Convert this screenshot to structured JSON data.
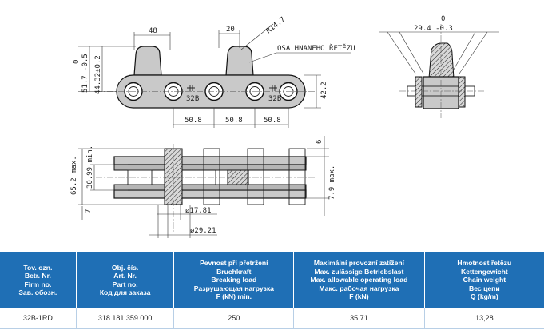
{
  "drawing": {
    "top_view": {
      "dim_width_48": "48",
      "dim_width_20": "20",
      "radius": "R14.7",
      "axis_label": "OSA HNANEHO ŘETĚZU",
      "dim_left_0": "0",
      "dim_left_51": "51.7 -0.5",
      "dim_left_44": "44.32±0.2",
      "dim_right_42": "42.2",
      "pitch_1": "50.8",
      "pitch_2": "50.8",
      "pitch_3": "50.8",
      "plate_mark_1": "32B",
      "plate_mark_2": "32B"
    },
    "side_view": {
      "dim_0": "0",
      "dim_29": "29.4 -0.3"
    },
    "bottom_view": {
      "dim_65": "65.2 max.",
      "dim_30": "30.99 min.",
      "dim_7": "7",
      "dim_6": "6",
      "dim_7_9": "7.9 max.",
      "dim_d1": "ø17.81",
      "dim_d2": "ø29.21"
    }
  },
  "table": {
    "headers": [
      [
        "Tov. ozn.",
        "Betr. Nr.",
        "Firm no.",
        "Зав. обозн."
      ],
      [
        "Obj. čís.",
        "Art. Nr.",
        "Part no.",
        "Код для заказа"
      ],
      [
        "Pevnost při přetržení",
        "Bruchkraft",
        "Breaking load",
        "Разрушающая нагрузка",
        "F (kN) min."
      ],
      [
        "Maximální provozní zatížení",
        "Max. zulässige Betriebslast",
        "Max. allowable operating load",
        "Макс. рабочая нагрузка",
        "F (kN)"
      ],
      [
        "Hmotnost řetězu",
        "Kettengewicht",
        "Chain weight",
        "Вес цепи",
        "Q (kg/m)"
      ]
    ],
    "rows": [
      [
        "32B-1RD",
        "318 181 359 000",
        "250",
        "35,71",
        "13,28"
      ]
    ]
  }
}
